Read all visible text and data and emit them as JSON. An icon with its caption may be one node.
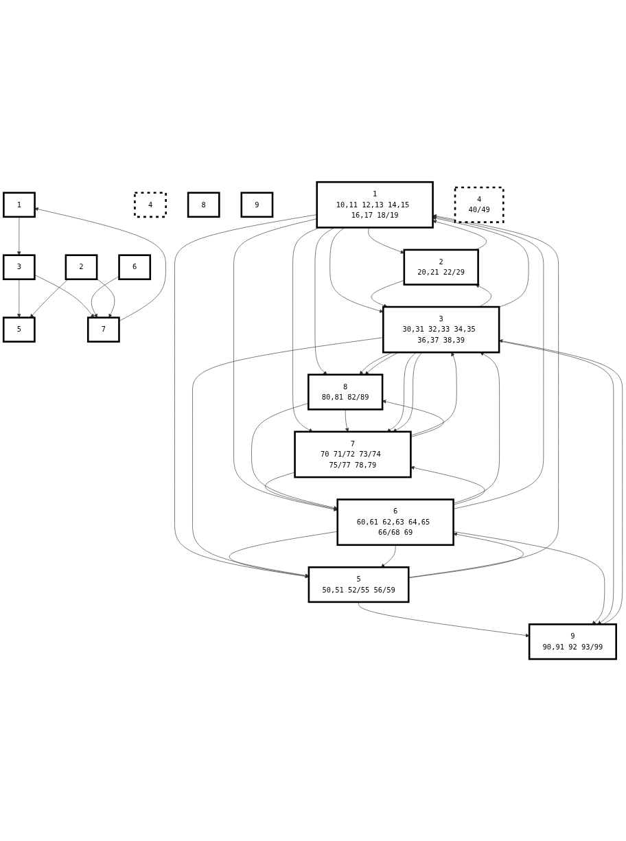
{
  "diagram": {
    "nodes": [
      {
        "text": [
          "1"
        ]
      },
      {
        "text": [
          "2"
        ]
      },
      {
        "text": [
          "3"
        ]
      },
      {
        "text": [
          "4"
        ]
      },
      {
        "text": [
          "5"
        ]
      },
      {
        "text": [
          "6"
        ]
      },
      {
        "text": [
          "7"
        ]
      },
      {
        "text": [
          "8"
        ]
      },
      {
        "text": [
          "9"
        ]
      },
      {
        "text": [
          "1",
          "10,11 12,13 14,15 16,17 18/19"
        ]
      },
      {
        "text": [
          "2",
          "20,21 22/29"
        ]
      },
      {
        "text": [
          "3",
          "30,31 32,33 34,35 36,37 38,39"
        ]
      },
      {
        "text": [
          "4",
          "40/49"
        ]
      },
      {
        "text": [
          "5",
          "50,51 52/55 56/59"
        ]
      },
      {
        "text": [
          "6",
          "60,61 62,63 64,65 66/68 69"
        ]
      },
      {
        "text": [
          "7",
          "70 71/72 73/74 75/77 78,79"
        ]
      },
      {
        "text": [
          "8",
          "80,81 82/89"
        ]
      },
      {
        "text": [
          "9",
          "90,91 92 93/99"
        ]
      }
    ],
    "edges": [
      {
        "from": 0,
        "to": 2,
        "arrow": "to"
      },
      {
        "from": 2,
        "to": 4,
        "arrow": "to"
      },
      {
        "from": 2,
        "to": 6,
        "arrow": "to"
      },
      {
        "from": 5,
        "to": 6,
        "arrow": "to"
      },
      {
        "from": 6,
        "to": 0,
        "arrow": "to"
      },
      {
        "from": 1,
        "to": 6,
        "arrow": "to"
      },
      {
        "from": 1,
        "to": 4,
        "arrow": "to"
      },
      {
        "from": 9,
        "to": 10,
        "arrow": "to"
      },
      {
        "from": 9,
        "to": 11,
        "arrow": "to"
      },
      {
        "from": 10,
        "to": 11,
        "arrow": "to"
      },
      {
        "from": 9,
        "to": 13,
        "arrow": "to"
      },
      {
        "from": 9,
        "to": 14,
        "arrow": "to"
      },
      {
        "from": 14,
        "to": 11,
        "arrow": "to"
      },
      {
        "from": 14,
        "to": 13,
        "arrow": "to"
      },
      {
        "from": 14,
        "to": 15,
        "arrow": "to"
      },
      {
        "from": 9,
        "to": 15,
        "arrow": "to"
      },
      {
        "from": 16,
        "to": 15,
        "arrow": "to"
      },
      {
        "from": 9,
        "to": 16,
        "arrow": "to"
      },
      {
        "from": 11,
        "to": 16,
        "arrow": "to"
      },
      {
        "from": 13,
        "to": 17,
        "arrow": "to"
      },
      {
        "from": 14,
        "to": 17,
        "arrow": "to"
      },
      {
        "from": 10,
        "to": 9,
        "arrow": "to"
      },
      {
        "from": 11,
        "to": 10,
        "arrow": "to"
      },
      {
        "from": 11,
        "to": 9,
        "arrow": "to"
      },
      {
        "from": 13,
        "to": 9,
        "arrow": "to"
      },
      {
        "from": 14,
        "to": 9,
        "arrow": "to"
      },
      {
        "from": 11,
        "to": 13,
        "arrow": "to"
      },
      {
        "from": 13,
        "to": 14,
        "arrow": "to"
      },
      {
        "from": 14,
        "to": 13,
        "arrow": "to"
      },
      {
        "from": 15,
        "to": 14,
        "arrow": "to"
      },
      {
        "from": 16,
        "to": 14,
        "arrow": "to"
      },
      {
        "from": 15,
        "to": 11,
        "arrow": "to"
      },
      {
        "from": 11,
        "to": 15,
        "arrow": "to"
      },
      {
        "from": 11,
        "to": 15,
        "arrow": "to"
      },
      {
        "from": 15,
        "to": 16,
        "arrow": "to"
      },
      {
        "from": 11,
        "to": 16,
        "arrow": "to"
      },
      {
        "from": 11,
        "to": 17,
        "arrow": "to"
      },
      {
        "from": 17,
        "to": 11,
        "arrow": "to"
      }
    ]
  }
}
